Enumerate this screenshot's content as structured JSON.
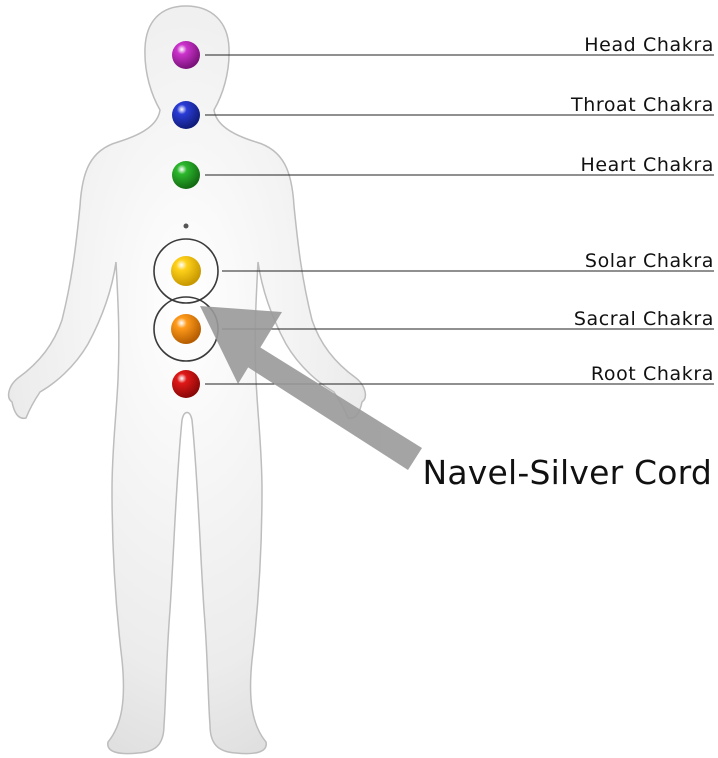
{
  "chakras": [
    {
      "id": "head",
      "label": "Head Chakra",
      "color": "#cc33cc"
    },
    {
      "id": "throat",
      "label": "Throat Chakra",
      "color": "#2a3cd6"
    },
    {
      "id": "heart",
      "label": "Heart Chakra",
      "color": "#2db82d"
    },
    {
      "id": "solar",
      "label": "Solar Chakra",
      "color": "#ffd11a"
    },
    {
      "id": "sacral",
      "label": "Sacral Chakra",
      "color": "#ff9a1a"
    },
    {
      "id": "root",
      "label": "Root Chakra",
      "color": "#e01818"
    }
  ],
  "callout": {
    "label": "Navel-Silver Cord",
    "arrow_color": "#9a9a9a"
  },
  "colors": {
    "body_fill": "#f2f2f2",
    "body_stroke": "#bdbdbd",
    "leader_line": "#222222"
  }
}
